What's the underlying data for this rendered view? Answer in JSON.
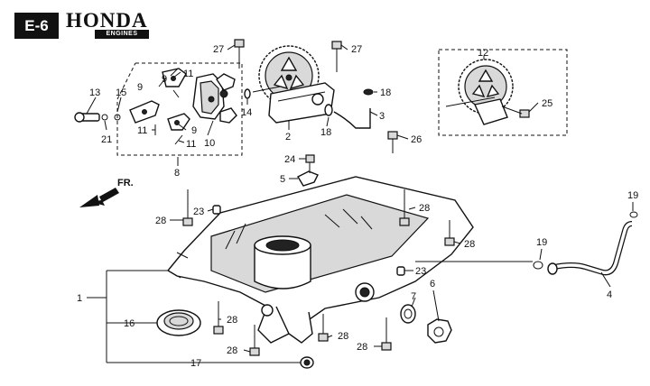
{
  "header": {
    "page_code": "E-6",
    "brand": "HONDA",
    "brand_sub": "ENGINES"
  },
  "direction": {
    "label": "FR.",
    "icon": "forward-arrow-icon"
  },
  "callouts": [
    {
      "id": "c27a",
      "text": "27"
    },
    {
      "id": "c27b",
      "text": "27"
    },
    {
      "id": "c11a",
      "text": "11"
    },
    {
      "id": "c9a",
      "text": "9"
    },
    {
      "id": "c9b",
      "text": "9"
    },
    {
      "id": "c13",
      "text": "13"
    },
    {
      "id": "c15",
      "text": "15"
    },
    {
      "id": "c21",
      "text": "21"
    },
    {
      "id": "c11b",
      "text": "11"
    },
    {
      "id": "c9c",
      "text": "9"
    },
    {
      "id": "c11c",
      "text": "11"
    },
    {
      "id": "c10",
      "text": "10"
    },
    {
      "id": "c8",
      "text": "8"
    },
    {
      "id": "c14",
      "text": "14"
    },
    {
      "id": "c2",
      "text": "2"
    },
    {
      "id": "c18a",
      "text": "18"
    },
    {
      "id": "c18b",
      "text": "18"
    },
    {
      "id": "c3",
      "text": "3"
    },
    {
      "id": "c12",
      "text": "12"
    },
    {
      "id": "c25",
      "text": "25"
    },
    {
      "id": "c26",
      "text": "26"
    },
    {
      "id": "c24",
      "text": "24"
    },
    {
      "id": "c5",
      "text": "5"
    },
    {
      "id": "c23a",
      "text": "23"
    },
    {
      "id": "c28a",
      "text": "28"
    },
    {
      "id": "c28b",
      "text": "28"
    },
    {
      "id": "c28c",
      "text": "28"
    },
    {
      "id": "c19a",
      "text": "19"
    },
    {
      "id": "c19b",
      "text": "19"
    },
    {
      "id": "c23b",
      "text": "23"
    },
    {
      "id": "c7",
      "text": "7"
    },
    {
      "id": "c6",
      "text": "6"
    },
    {
      "id": "c4",
      "text": "4"
    },
    {
      "id": "c1",
      "text": "1"
    },
    {
      "id": "c16",
      "text": "16"
    },
    {
      "id": "c28d",
      "text": "28"
    },
    {
      "id": "c28e",
      "text": "28"
    },
    {
      "id": "c28f",
      "text": "28"
    },
    {
      "id": "c28g",
      "text": "28"
    },
    {
      "id": "c17",
      "text": "17"
    }
  ]
}
